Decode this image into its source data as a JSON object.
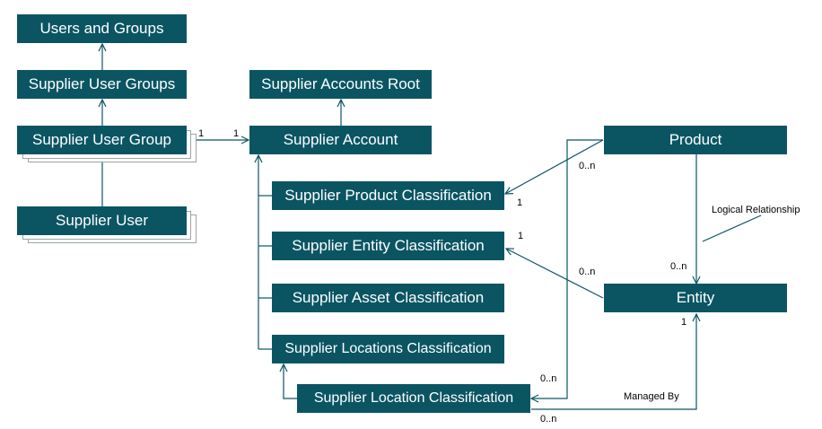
{
  "nodes": {
    "users_and_groups": "Users and Groups",
    "supplier_user_groups": "Supplier User Groups",
    "supplier_user_group": "Supplier User Group",
    "supplier_user": "Supplier User",
    "supplier_accounts_root": "Supplier Accounts Root",
    "supplier_account": "Supplier Account",
    "supplier_product_classification": "Supplier Product Classification",
    "supplier_entity_classification": "Supplier Entity Classification",
    "supplier_asset_classification": "Supplier Asset Classification",
    "supplier_locations_classification": "Supplier Locations Classification",
    "supplier_location_classification": "Supplier Location Classification",
    "product": "Product",
    "entity": "Entity"
  },
  "labels": {
    "group_account_left": "1",
    "group_account_right": "1",
    "product_class_many": "0..n",
    "product_class_one": "1",
    "entity_class_one": "1",
    "entity_class_many": "0..n",
    "logical_relationship": "Logical Relationship",
    "product_entity_many": "0..n",
    "entity_managed_one": "1",
    "location_many_top": "0..n",
    "managed_by": "Managed By",
    "location_many_bottom": "0..n"
  }
}
